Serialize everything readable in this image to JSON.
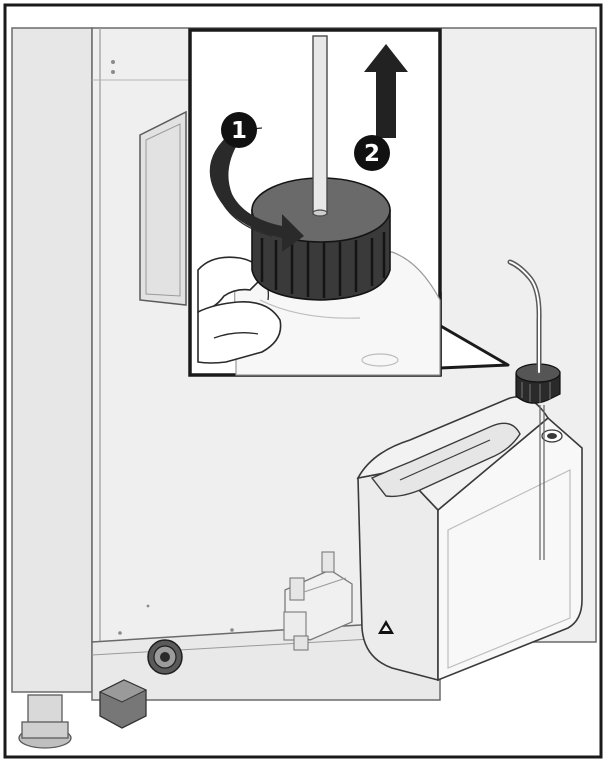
{
  "steps": [
    {
      "number": "1",
      "action": "rotate-cap"
    },
    {
      "number": "2",
      "action": "lift-cap"
    }
  ],
  "colors": {
    "frame": "#1a1a1a",
    "cabinet_front": "#efefef",
    "cabinet_side": "#e3e3e3",
    "canister": "#f6f6f6",
    "cap": "#3a3a3a",
    "cap_dark": "#1f1f1f",
    "arrow": "#222222",
    "badge": "#111111",
    "badge_text": "#ffffff"
  },
  "icons": {
    "rotate_arrow": "curved-arrow-icon",
    "lift_arrow": "up-arrow-icon",
    "warning": "warning-triangle-icon"
  }
}
